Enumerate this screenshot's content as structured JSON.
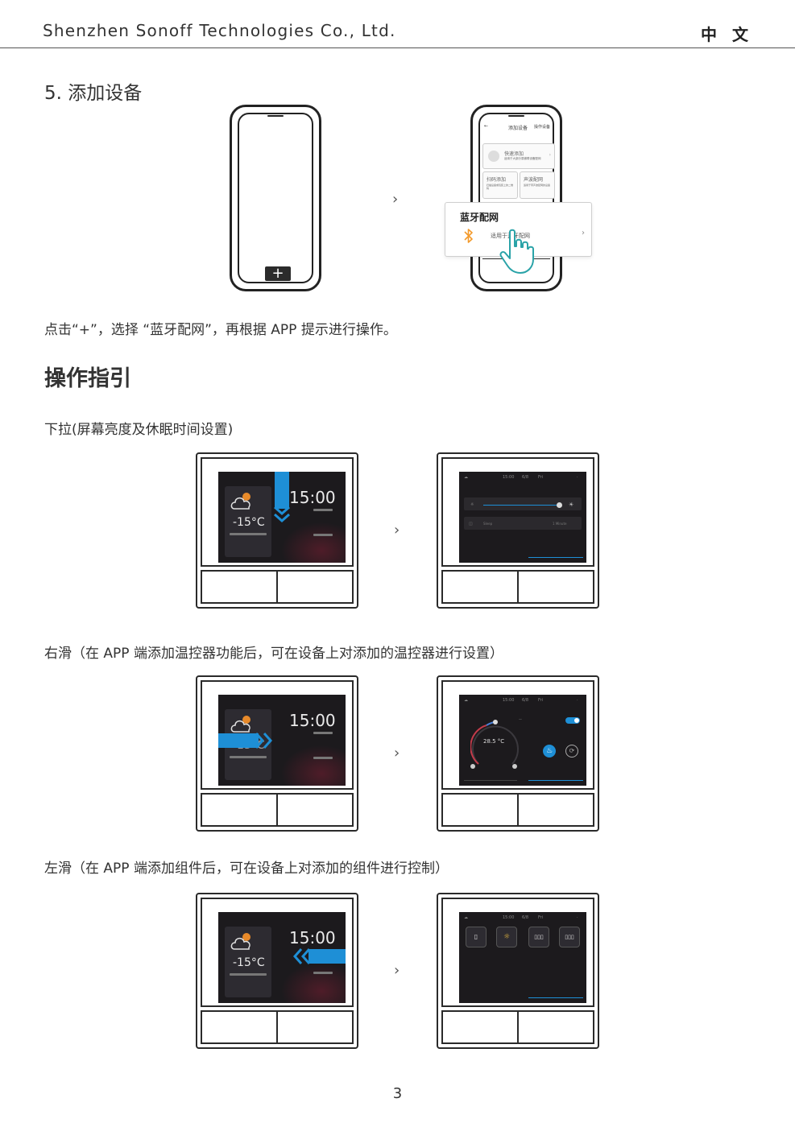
{
  "header": {
    "company": "Shenzhen Sonoff Technologies Co., Ltd.",
    "language": "中 文"
  },
  "step5": {
    "title": "5. 添加设备",
    "instruction": "点击“+”，选择 “蓝牙配网”，再根据 APP 提示进行操作。",
    "phone_app": {
      "back": "←",
      "top_title": "添加设备",
      "top_right": "操作设备",
      "quick_add": "快速添加",
      "quick_add_sub": "适用于大部分易微联设备配网",
      "scan_add": "扫码添加",
      "scan_add_sub": "扫描设备或包装上的二维码",
      "sound_add": "声波配网",
      "sound_add_sub": "适用于带声波配网的设备",
      "popup_title": "蓝牙配网",
      "popup_sub": "适用于蓝牙配网",
      "plus": "+"
    }
  },
  "guide": {
    "title": "操作指引",
    "pull_down": "下拉(屏幕亮度及休眠时间设置)",
    "swipe_right": "右滑（在 APP 端添加温控器功能后，可在设备上对添加的温控器进行设置）",
    "swipe_left": "左滑（在 APP 端添加组件后，可在设备上对添加的组件进行控制）"
  },
  "device": {
    "time": "15:00",
    "temperature": "-15°C",
    "status_time": "15:00",
    "status_date": "6/8",
    "status_day": "Fri",
    "brightness_label": "Sleep",
    "sleep_value": "1 Minute",
    "thermostat_value": "28.5 °C",
    "thermostat_small": "—"
  },
  "arrows": [
    "›",
    "›",
    "›",
    "›"
  ],
  "page_number": "3",
  "colors": {
    "accent_blue": "#1e8fd6",
    "bluetooth_orange": "#f39a2b",
    "hand_teal": "#2aa3a8",
    "screen_bg": "#1c1a1d"
  }
}
